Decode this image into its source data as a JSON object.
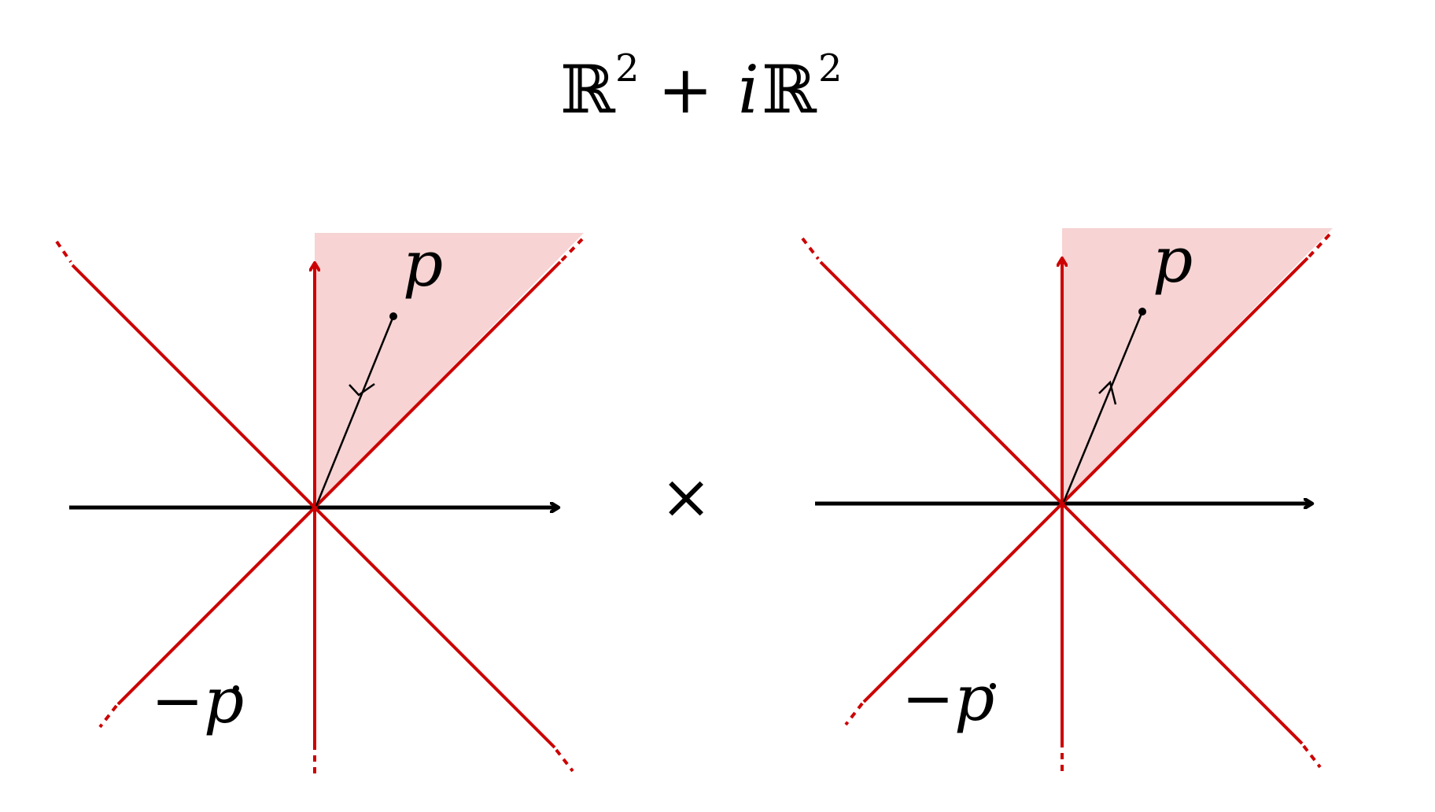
{
  "title": {
    "base": "ℝ",
    "sup1": "2",
    "plus": "+",
    "i": "i",
    "base2": "ℝ",
    "sup2": "2"
  },
  "operator": "×",
  "panels": [
    {
      "point_label": "p",
      "reflected_label": "−p",
      "flow_direction": "toward-origin"
    },
    {
      "point_label": "p",
      "reflected_label": "−p",
      "flow_direction": "away-from-origin"
    }
  ],
  "colors": {
    "cone_lines": "#cc0000",
    "cone_fill": "#f7d3d3",
    "axis": "#000000",
    "path": "#000000"
  }
}
